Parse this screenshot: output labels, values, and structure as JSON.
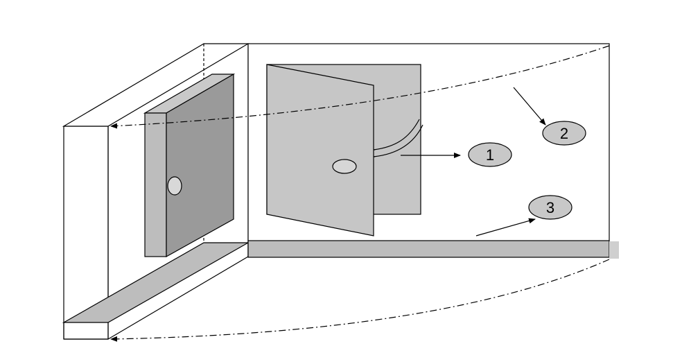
{
  "diagram": {
    "callouts": [
      {
        "id": "callout-1",
        "label": "1"
      },
      {
        "id": "callout-2",
        "label": "2"
      },
      {
        "id": "callout-3",
        "label": "3"
      }
    ],
    "colors": {
      "background": "#ffffff",
      "stroke": "#000000",
      "panel_fill": "#c6c6c6",
      "dark_panel_fill": "#9a9a9a",
      "callout_fill": "#c8c8c8",
      "floor_fill": "#bdbdbd"
    }
  }
}
